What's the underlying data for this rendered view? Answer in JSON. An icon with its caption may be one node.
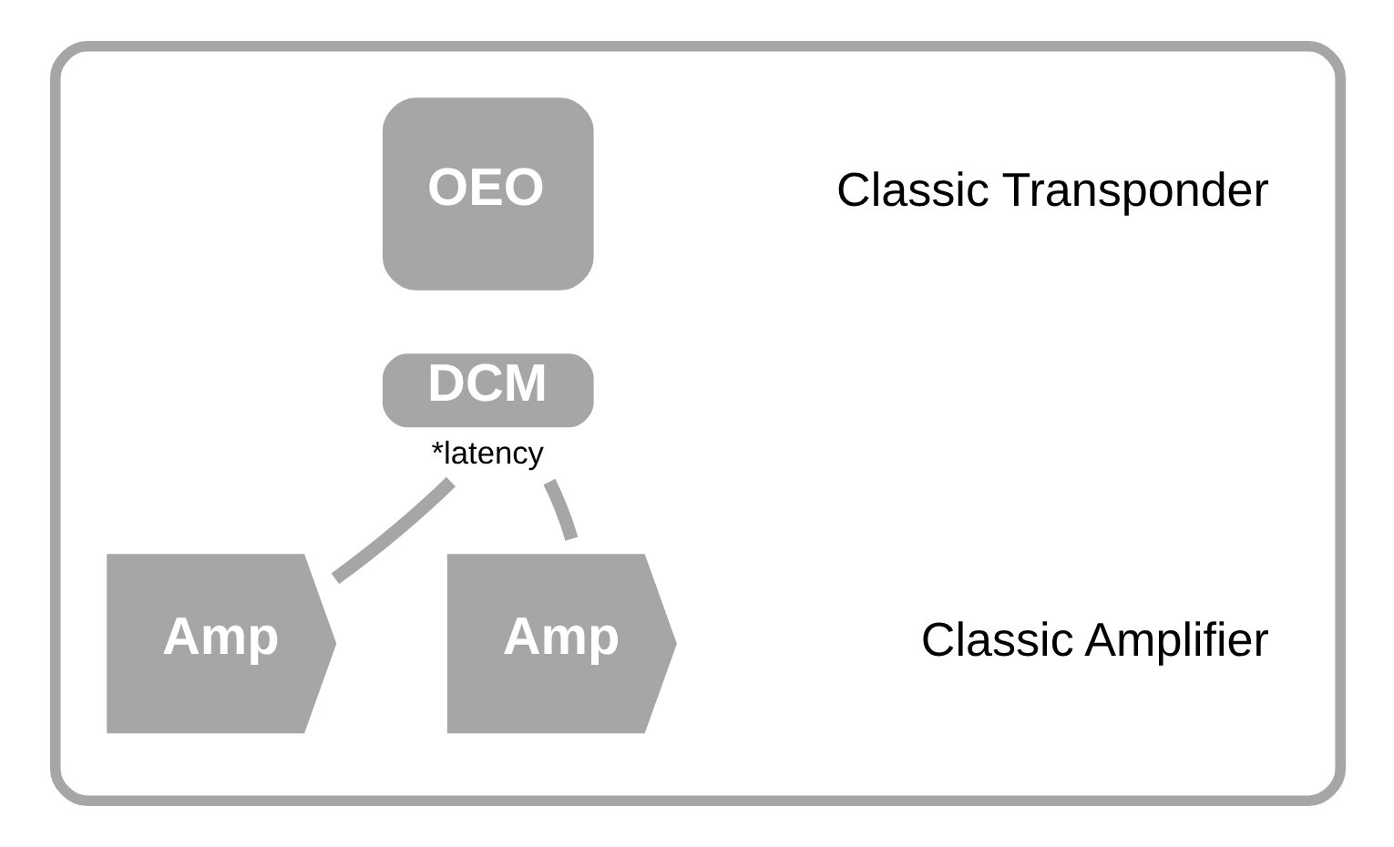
{
  "diagram": {
    "nodes": [
      {
        "text": [],
        "shape": "box"
      },
      {
        "text": [
          "OEO"
        ],
        "in": 0
      },
      {
        "text": [
          "DCM"
        ],
        "in": 0,
        "beside": [
          "*latency"
        ]
      },
      {
        "text": [
          "Amp"
        ],
        "in": 0
      },
      {
        "text": [
          "Amp"
        ],
        "in": 0
      }
    ],
    "edges": [
      {
        "from": 3,
        "to": 2,
        "arrow": "none"
      },
      {
        "from": 2,
        "to": 4,
        "arrow": "none"
      }
    ],
    "labels": [
      "Classic Transponder",
      "Classic Amplifier"
    ]
  }
}
